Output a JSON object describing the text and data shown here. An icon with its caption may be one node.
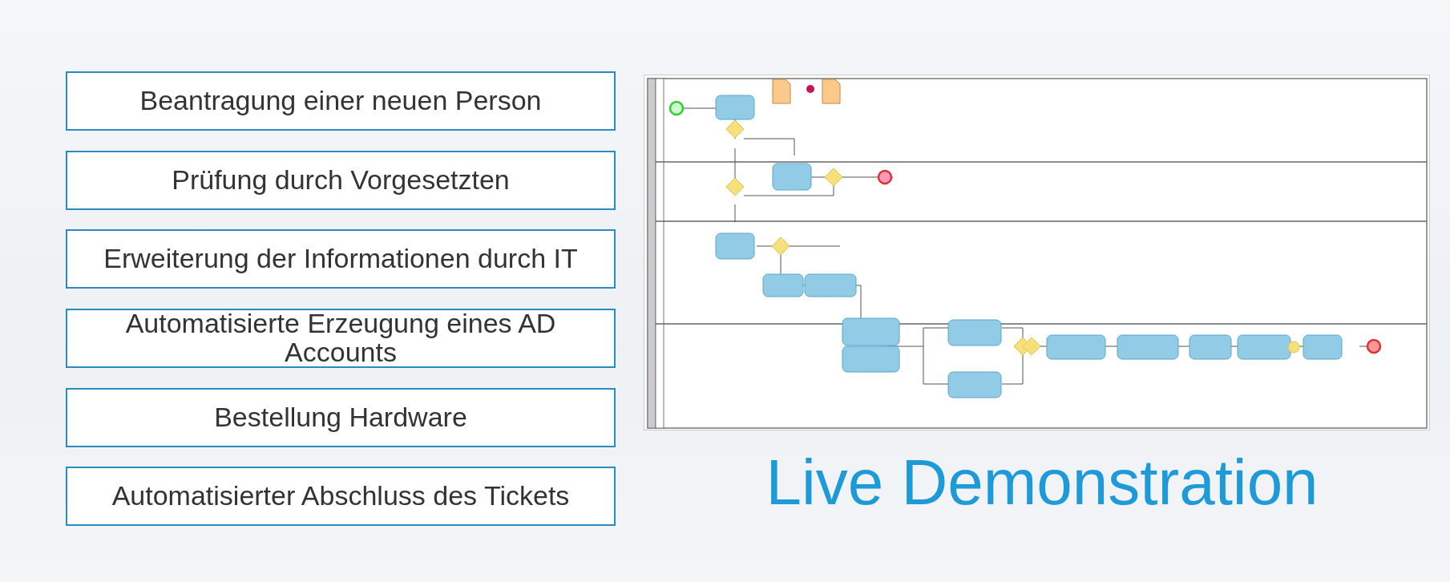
{
  "diagram": {
    "nodes": [
      {
        "text": [
          "Beantragung einer neuen Person"
        ]
      },
      {
        "text": [
          "Prüfung durch Vorgesetzten"
        ]
      },
      {
        "text": [
          "Erweiterung der Informationen durch IT"
        ]
      },
      {
        "text": [
          "Automatisierte Erzeugung eines AD Accounts"
        ]
      },
      {
        "text": [
          "Bestellung Hardware"
        ]
      },
      {
        "text": [
          "Automatisierter Abschluss des Tickets"
        ]
      },
      {
        "text": [],
        "shape": "picture"
      }
    ],
    "labels": [
      "Live Demonstration"
    ]
  }
}
